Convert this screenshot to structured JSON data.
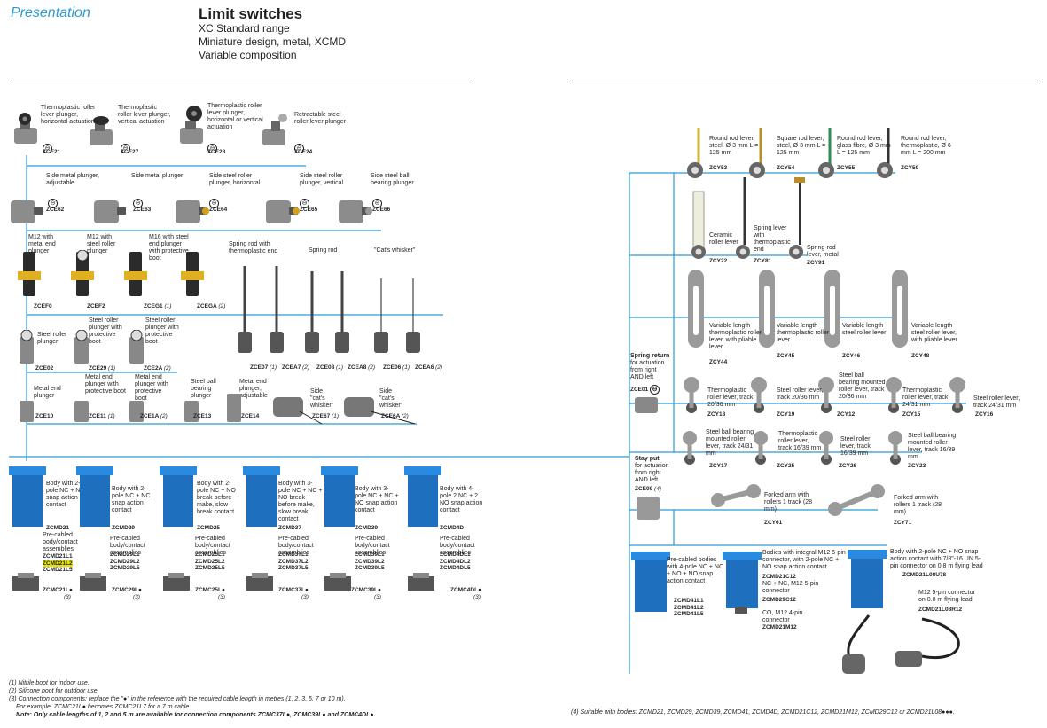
{
  "header": {
    "section": "Presentation",
    "title": "Limit switches",
    "subtitle1": "XC Standard range",
    "subtitle2": "Miniature design, metal, XCMD",
    "subtitle3": "Variable composition"
  },
  "arrow_glyph": "⊖",
  "heads_row1": [
    {
      "label": "Thermoplastic roller lever plunger, horizontal actuation",
      "ref": "ZCE21"
    },
    {
      "label": "Thermoplastic roller lever plunger, vertical actuation",
      "ref": "ZCE27"
    },
    {
      "label": "Thermoplastic roller lever plunger, horizontal or vertical actuation",
      "ref": "ZCE28"
    },
    {
      "label": "Retractable steel roller lever plunger",
      "ref": "ZCE24"
    }
  ],
  "heads_row2": [
    {
      "label": "Side metal plunger, adjustable",
      "ref": "ZCE62"
    },
    {
      "label": "Side metal plunger",
      "ref": "ZCE63"
    },
    {
      "label": "Side steel roller plunger, horizontal",
      "ref": "ZCE64"
    },
    {
      "label": "Side steel roller plunger, vertical",
      "ref": "ZCE65"
    },
    {
      "label": "Side steel ball bearing plunger",
      "ref": "ZCE66"
    }
  ],
  "heads_row3": [
    {
      "label": "M12 with metal end plunger",
      "ref": "ZCEF0",
      "note": ""
    },
    {
      "label": "M12 with steel roller plunger",
      "ref": "ZCEF2",
      "note": ""
    },
    {
      "label": "M16 with steel end plunger with protective boot",
      "ref": "ZCEG1",
      "note": "(1)"
    },
    {
      "label": "",
      "ref": "ZCEGA",
      "note": "(2)"
    }
  ],
  "springs": {
    "label1": "Spring rod with thermoplastic end",
    "label2": "Spring rod",
    "label3": "\"Cat's whisker\"",
    "refs": [
      {
        "ref": "ZCE07",
        "note": "(1)"
      },
      {
        "ref": "ZCEA7",
        "note": "(2)"
      },
      {
        "ref": "ZCE08",
        "note": "(1)"
      },
      {
        "ref": "ZCEA8",
        "note": "(2)"
      },
      {
        "ref": "ZCE06",
        "note": "(1)"
      },
      {
        "ref": "ZCEA6",
        "note": "(2)"
      }
    ]
  },
  "heads_row4": [
    {
      "label": "Steel roller plunger",
      "ref": "ZCE02",
      "note": ""
    },
    {
      "label": "Steel roller plunger with protective boot",
      "ref": "ZCE29",
      "note": "(1)"
    },
    {
      "label": "Steel roller plunger with protective boot",
      "ref": "ZCE2A",
      "note": "(2)"
    }
  ],
  "heads_row5": [
    {
      "label": "Metal end plunger",
      "ref": "ZCE10",
      "note": ""
    },
    {
      "label": "Metal end plunger with protective boot",
      "ref": "ZCE11",
      "note": "(1)"
    },
    {
      "label": "Metal end plunger with protective boot",
      "ref": "ZCE1A",
      "note": "(2)"
    },
    {
      "label": "Steel ball bearing plunger",
      "ref": "ZCE13",
      "note": ""
    },
    {
      "label": "Metal end plunger, adjustable",
      "ref": "ZCE14",
      "note": ""
    },
    {
      "label": "Side \"cat's whisker\"",
      "ref": "ZCE67",
      "note": "(1)"
    },
    {
      "label": "Side \"cat's whisker\"",
      "ref": "ZCE6A",
      "note": "(2)"
    }
  ],
  "bodies": [
    {
      "desc": "Body with 2-pole NC + NO snap action contact",
      "ref": "ZCMD21",
      "pre": "Pre-cabled body/contact assemblies",
      "pre_refs": [
        "ZCMD21L1",
        "ZCMD21L2",
        "ZCMD21L5"
      ],
      "conn": "ZCMC21L",
      "conn_note": "(3)"
    },
    {
      "desc": "Body with 2-pole NC + NC snap action contact",
      "ref": "ZCMD29",
      "pre": "Pre-cabled body/contact assemblies",
      "pre_refs": [
        "ZCMD29L1",
        "ZCMD29L2",
        "ZCMD29L5"
      ],
      "conn": "ZCMC29L",
      "conn_note": "(3)"
    },
    {
      "desc": "Body with 2-pole NC + NO break before make, slow break contact",
      "ref": "ZCMD25",
      "pre": "Pre-cabled body/contact assemblies",
      "pre_refs": [
        "ZCMD25L1",
        "ZCMD25L2",
        "ZCMD25L5"
      ],
      "conn": "ZCMC25L",
      "conn_note": "(3)"
    },
    {
      "desc": "Body with 3-pole NC + NC + NO break before make, slow break contact",
      "ref": "ZCMD37",
      "pre": "Pre-cabled body/contact assemblies",
      "pre_refs": [
        "ZCMD37L1",
        "ZCMD37L2",
        "ZCMD37L5"
      ],
      "conn": "ZCMC37L",
      "conn_note": "(3)"
    },
    {
      "desc": "Body with 3-pole NC + NC + NO snap action contact",
      "ref": "ZCMD39",
      "pre": "Pre-cabled body/contact assemblies",
      "pre_refs": [
        "ZCMD39L1",
        "ZCMD39L2",
        "ZCMD39L5"
      ],
      "conn": "ZCMC39L",
      "conn_note": "(3)"
    },
    {
      "desc": "Body with 4-pole 2 NC + 2 NO snap action contact",
      "ref": "ZCMD4D",
      "pre": "Pre-cabled body/contact assemblies",
      "pre_refs": [
        "ZCMD4DL1",
        "ZCMD4DL2",
        "ZCMD4DL5"
      ],
      "conn": "ZCMC4DL",
      "conn_note": "(3)"
    }
  ],
  "footnotes": {
    "n1": "(1) Nitrile boot for indoor use.",
    "n2": "(2) Silicone boot for outdoor use.",
    "n3": "(3) Connection components: replace the \"●\" in the reference with the required cable length in metres (1, 2, 3, 5, 7 or 10 m).",
    "n3b": "For example, ZCMC21L● becomes ZCMC21L7 for a 7 m cable.",
    "note": "Note: Only cable lengths of 1, 2 and  5 m are available for connection components ZCMC37L●, ZCMC39L● and ZCMC4DL●.",
    "n4": "(4) Suitable with bodies: ZCMD21, ZCMD29, ZCMD39, ZCMD41, ZCMD4D, ZCMD21C12, ZCMD21M12, ZCMD29C12 or ZCMD21L08●●●."
  },
  "levers_top": [
    {
      "label": "Round rod lever, steel, Ø 3 mm L = 125 mm",
      "ref": "ZCY53",
      "color": "#d4b43c"
    },
    {
      "label": "Square rod lever, steel, Ø 3 mm L = 125 mm",
      "ref": "ZCY54",
      "color": "#b78f2a"
    },
    {
      "label": "Round rod lever, glass fibre, Ø 3 mm L = 125 mm",
      "ref": "ZCY55",
      "color": "#2e8b57"
    },
    {
      "label": "Round rod lever, thermoplastic, Ø 6 mm L = 200 mm",
      "ref": "ZCY59",
      "color": "#333333"
    }
  ],
  "levers_mid": [
    {
      "label": "Ceramic roller lever",
      "ref": "ZCY22"
    },
    {
      "label": "Spring lever with thermoplastic end",
      "ref": "ZCY81"
    },
    {
      "label": "Spring-rod lever, metal",
      "ref": "ZCY91"
    }
  ],
  "levers_var": [
    {
      "label": "Variable length thermoplastic roller lever, with pliable lever",
      "ref": "ZCY44"
    },
    {
      "label": "Variable length thermoplastic roller lever",
      "ref": "ZCY45"
    },
    {
      "label": "Variable length steel roller lever",
      "ref": "ZCY46"
    },
    {
      "label": "Variable length steel roller lever, with pliable lever",
      "ref": "ZCY48"
    }
  ],
  "levers_r1": [
    {
      "label": "Thermoplastic roller lever, track 20/36 mm",
      "ref": "ZCY18"
    },
    {
      "label": "Steel roller lever, track 20/36 mm",
      "ref": "ZCY19"
    },
    {
      "label": "Steel ball bearing mounted roller lever, track 20/36 mm",
      "ref": "ZCY12"
    },
    {
      "label": "Thermoplastic roller lever, track 24/31 mm",
      "ref": "ZCY15"
    },
    {
      "label": "Steel roller lever, track 24/31 mm",
      "ref": "ZCY16"
    }
  ],
  "levers_r2": [
    {
      "label": "Steel ball bearing mounted roller lever, track 24/31 mm",
      "ref": "ZCY17"
    },
    {
      "label": "Thermoplastic roller lever, track 16/39 mm",
      "ref": "ZCY25"
    },
    {
      "label": "Steel roller lever, track 16/39 mm",
      "ref": "ZCY26"
    },
    {
      "label": "Steel ball bearing mounted roller lever, track 16/39 mm",
      "ref": "ZCY23"
    }
  ],
  "spring_return": {
    "title": "Spring return",
    "desc": "for actuation from right AND left",
    "ref": "ZCE01"
  },
  "stay_put": {
    "title": "Stay put",
    "desc": "for actuation from right AND left",
    "ref": "ZCE09",
    "note": "(4)"
  },
  "forked": [
    {
      "label": "Forked arm with rollers 1 track (28 mm)",
      "ref": "ZCY61"
    },
    {
      "label": "Forked arm with rollers 1 track (28 mm)",
      "ref": "ZCY71"
    }
  ],
  "right_bodies": [
    {
      "desc": "Pre-cabled bodies with 4-pole NC + NC + NO + NO snap action contact",
      "refs": [
        "ZCMD41L1",
        "ZCMD41L2",
        "ZCMD41L5"
      ]
    },
    {
      "desc": "Bodies with integral M12 5-pin connector, with 2-pole NC + NO snap action contact",
      "refs": [
        "ZCMD21C12"
      ],
      "desc2": "NC + NC, M12 5-pin connector",
      "ref2": "ZCMD29C12",
      "desc3": "CO, M12 4-pin connector",
      "ref3": "ZCMD21M12"
    },
    {
      "desc": "Body with 2-pole NC + NO snap action contact with 7/8\"-16 UN 5-pin connector on 0.8 m flying lead",
      "refs": [
        "ZCMD21L08U78"
      ],
      "desc2": "M12 5-pin connector on 0.8 m flying lead",
      "ref2": "ZCMD21L08R12"
    }
  ]
}
